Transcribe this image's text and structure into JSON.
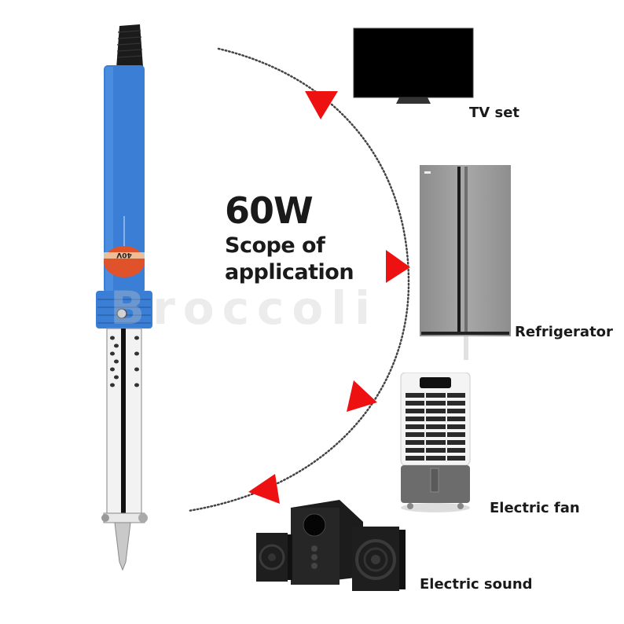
{
  "headline": {
    "power": "60W",
    "line1": "Scope of",
    "line2": "application"
  },
  "appliances": [
    {
      "label": "TV set",
      "icon": "tv-icon"
    },
    {
      "label": "Refrigerator",
      "icon": "refrigerator-icon"
    },
    {
      "label": "Electric fan",
      "icon": "air-cooler-fan-icon"
    },
    {
      "label": "Electric sound",
      "icon": "speaker-set-icon"
    }
  ],
  "product": {
    "icon": "soldering-iron-icon",
    "handle_label": "40V"
  },
  "watermark": "Broccoli",
  "colors": {
    "arrow": "#ee1111",
    "handle": "#3a7fd5",
    "text": "#1a1a1a"
  }
}
